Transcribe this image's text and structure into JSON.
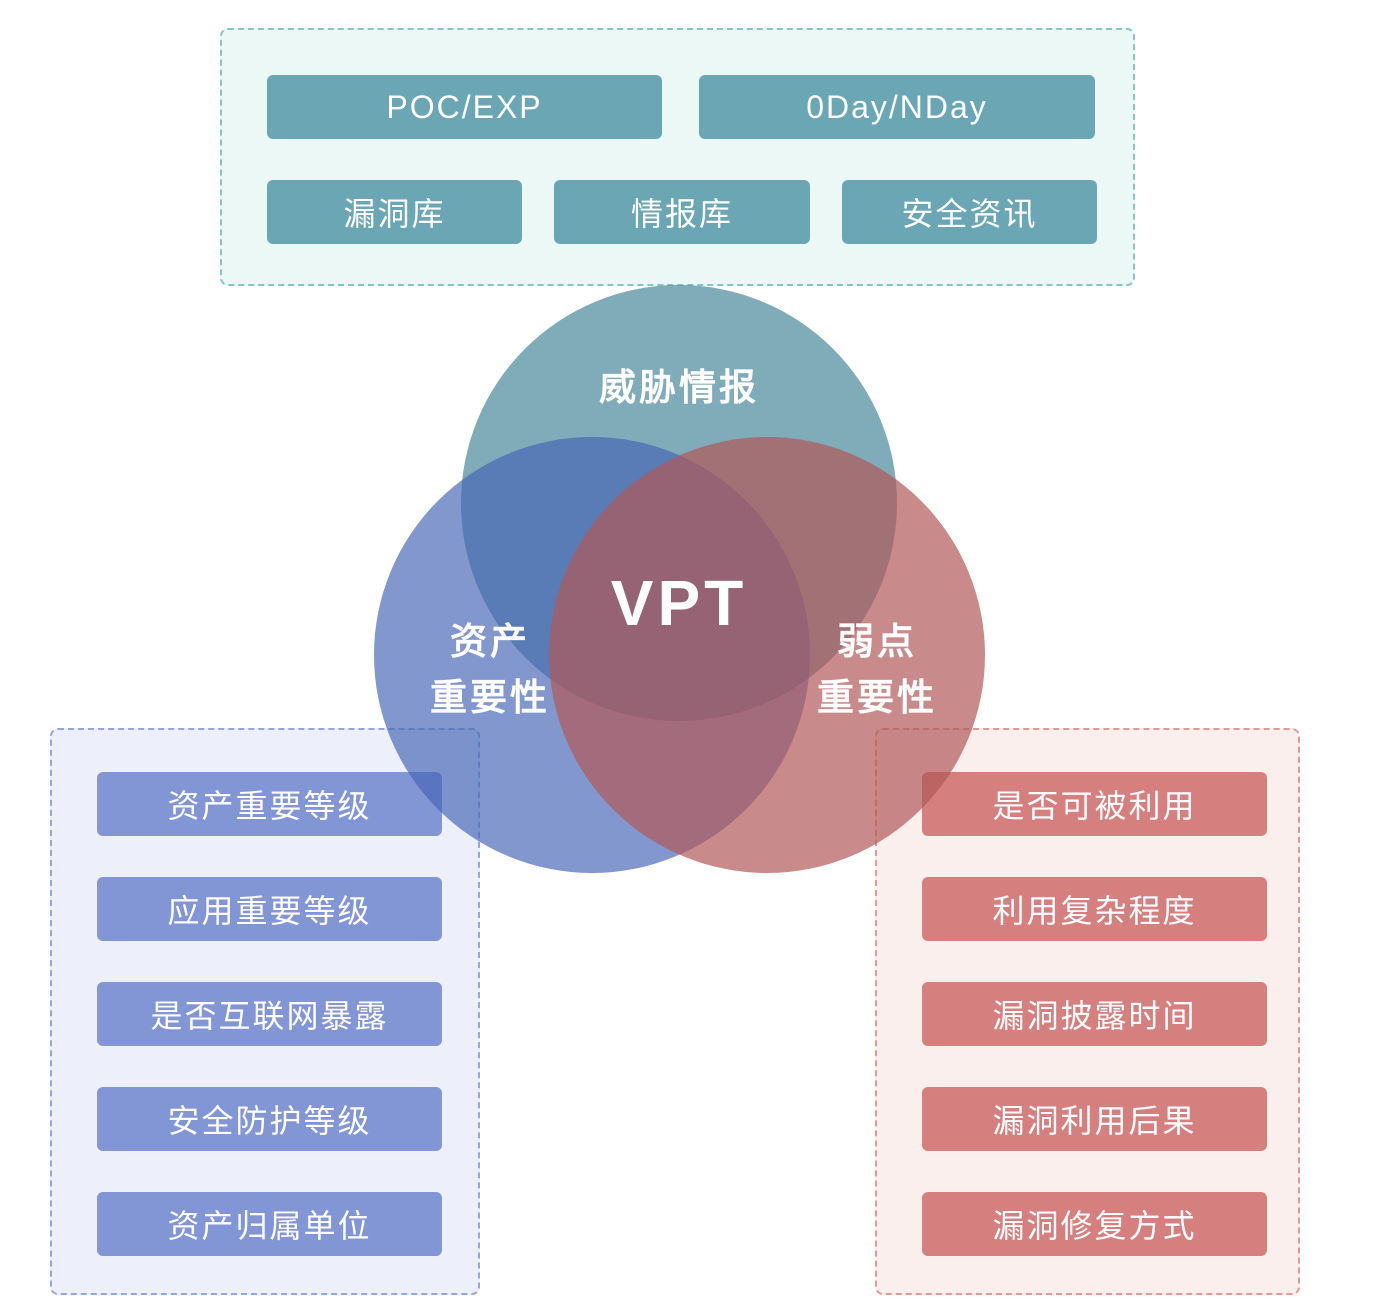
{
  "threat_panel": {
    "row1": [
      "POC/EXP",
      "0Day/NDay"
    ],
    "row2": [
      "漏洞库",
      "情报库",
      "安全资讯"
    ]
  },
  "venn": {
    "center_label": "VPT",
    "threat_label": "威胁情报",
    "asset_label": [
      "资产",
      "重要性"
    ],
    "weakness_label": [
      "弱点",
      "重要性"
    ]
  },
  "asset_panel": {
    "items": [
      "资产重要等级",
      "应用重要等级",
      "是否互联网暴露",
      "安全防护等级",
      "资产归属单位"
    ]
  },
  "weakness_panel": {
    "items": [
      "是否可被利用",
      "利用复杂程度",
      "漏洞披露时间",
      "漏洞利用后果",
      "漏洞修复方式"
    ]
  },
  "colors": {
    "teal_chip": "#6BA6B4",
    "blue_chip": "#8295D5",
    "red_chip": "#D57F7F",
    "threat_circle": "#4F8B9C",
    "asset_circle": "#4765B5",
    "weakness_circle": "#B05959",
    "threat_panel_bg": "#EBF8F6",
    "asset_panel_bg": "#EDF0FA",
    "weakness_panel_bg": "#FBEFEE"
  }
}
